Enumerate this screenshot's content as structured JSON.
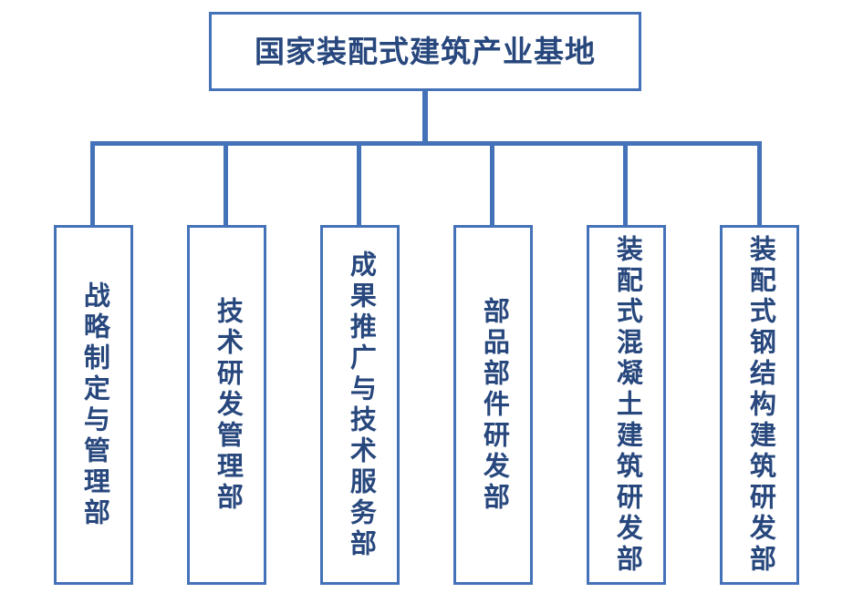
{
  "chart": {
    "type": "org-chart",
    "orientation": "top-down",
    "accent_color": "#4472b8",
    "text_color": "#27477d",
    "background_color": "#ffffff",
    "root": {
      "label": "国家装配式建筑产业基地"
    },
    "children": [
      {
        "label": "战略制定与管理部"
      },
      {
        "label": "技术研发管理部"
      },
      {
        "label": "成果推广与技术服务部"
      },
      {
        "label": "部品部件研发部"
      },
      {
        "label": "装配式混凝土建筑研发部"
      },
      {
        "label": "装配式钢结构建筑研发部"
      }
    ]
  }
}
